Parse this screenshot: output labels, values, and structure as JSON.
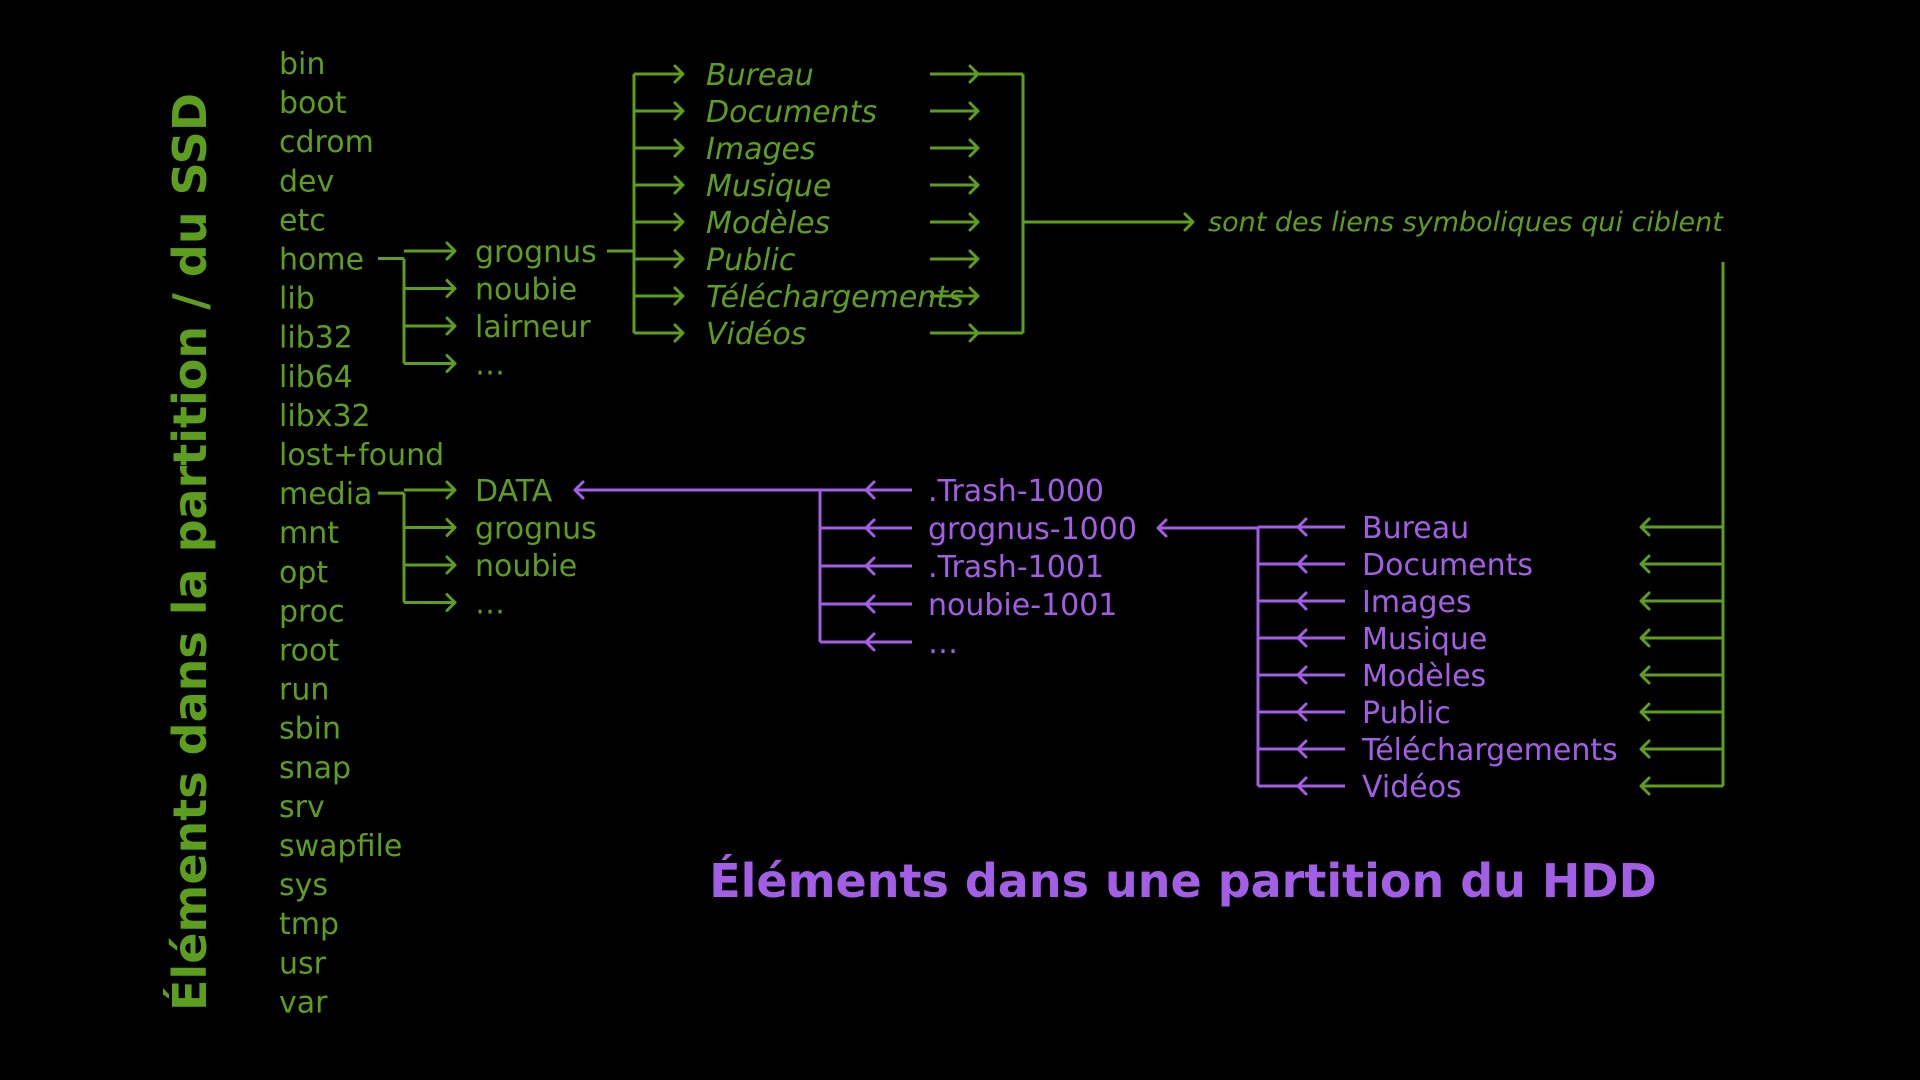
{
  "colors": {
    "background": "#000000",
    "ssd": "#5e9e1e",
    "hdd": "#a35ee6"
  },
  "ssd_title": "Éléments dans la partition / du SSD",
  "hdd_title": "Éléments dans une partition du HDD",
  "root_dirs": [
    "bin",
    "boot",
    "cdrom",
    "dev",
    "etc",
    "home",
    "lib",
    "lib32",
    "lib64",
    "libx32",
    "lost+found",
    "media",
    "mnt",
    "opt",
    "proc",
    "root",
    "run",
    "sbin",
    "snap",
    "srv",
    "swapfile",
    "sys",
    "tmp",
    "usr",
    "var"
  ],
  "home_children": [
    "grognus",
    "noubie",
    "lairneur",
    "…"
  ],
  "media_children": [
    "DATA",
    "grognus",
    "noubie",
    "…"
  ],
  "user_folders": [
    "Bureau",
    "Documents",
    "Images",
    "Musique",
    "Modèles",
    "Public",
    "Téléchargements",
    "Vidéos"
  ],
  "symlink_note": "sont des liens symboliques qui ciblent",
  "data_children": [
    ".Trash-1000",
    "grognus-1000",
    ".Trash-1001",
    "noubie-1001",
    "…"
  ],
  "hdd_user_folders": [
    "Bureau",
    "Documents",
    "Images",
    "Musique",
    "Modèles",
    "Public",
    "Téléchargements",
    "Vidéos"
  ]
}
